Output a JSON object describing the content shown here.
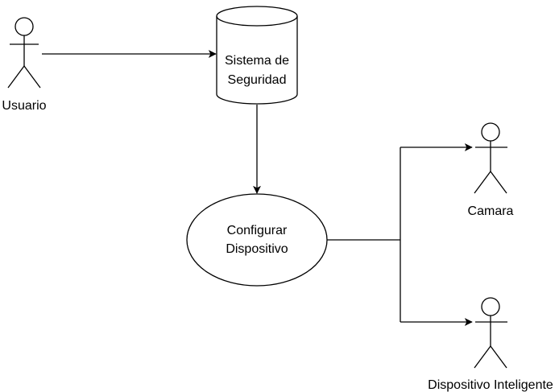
{
  "diagram": {
    "actors": {
      "usuario": {
        "label": "Usuario"
      },
      "camara": {
        "label": "Camara"
      },
      "dispositivo_inteligente": {
        "label": "Dispositivo Inteligente"
      }
    },
    "database": {
      "label_line1": "Sistema de",
      "label_line2": "Seguridad"
    },
    "usecase": {
      "label_line1": "Configurar",
      "label_line2": "Dispositivo"
    },
    "colors": {
      "stroke": "#000000",
      "fill": "#ffffff",
      "background": "#ffffff"
    }
  }
}
